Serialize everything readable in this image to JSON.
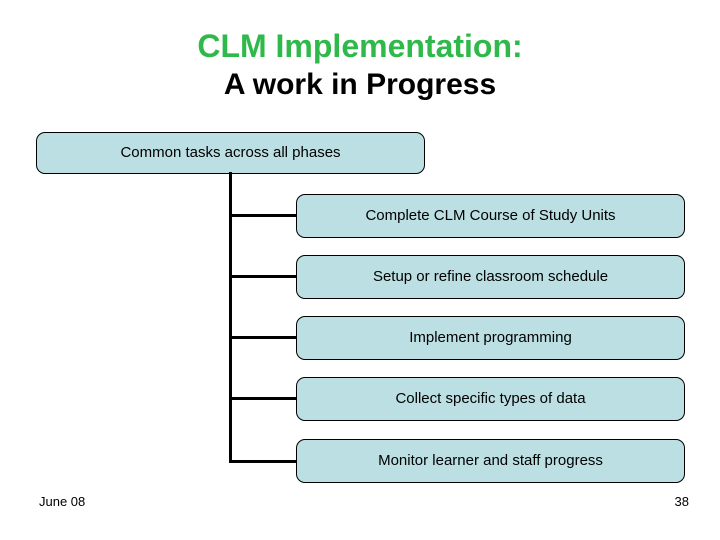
{
  "slide": {
    "title_line1": "CLM Implementation:",
    "title_line2": "A work in Progress",
    "title_color": "#2fb94a",
    "background": "#ffffff"
  },
  "diagram": {
    "node_fill": "#bcdfe3",
    "node_border": "#000000",
    "root": {
      "label": "Common tasks across all phases"
    },
    "children": [
      {
        "label": "Complete CLM Course of Study Units"
      },
      {
        "label": "Setup or refine classroom schedule"
      },
      {
        "label": "Implement programming"
      },
      {
        "label": "Collect specific types of data"
      },
      {
        "label": "Monitor learner and staff progress"
      }
    ]
  },
  "footer": {
    "date": "June 08",
    "page_number": "38"
  }
}
